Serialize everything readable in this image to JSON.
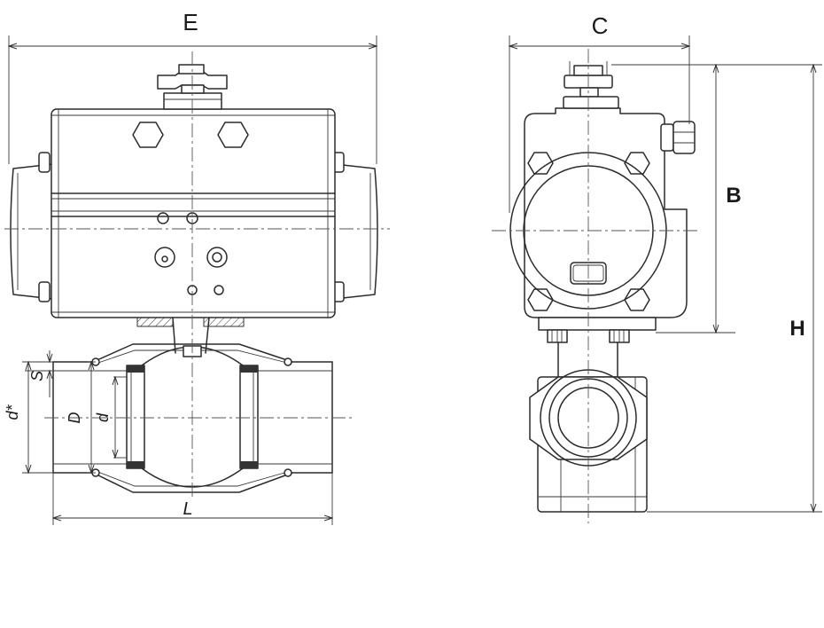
{
  "labels": {
    "E": "E",
    "C": "C",
    "B": "B",
    "H": "H",
    "L": "L",
    "S": "S",
    "D": "D",
    "d": "d",
    "d_star": "d*"
  }
}
